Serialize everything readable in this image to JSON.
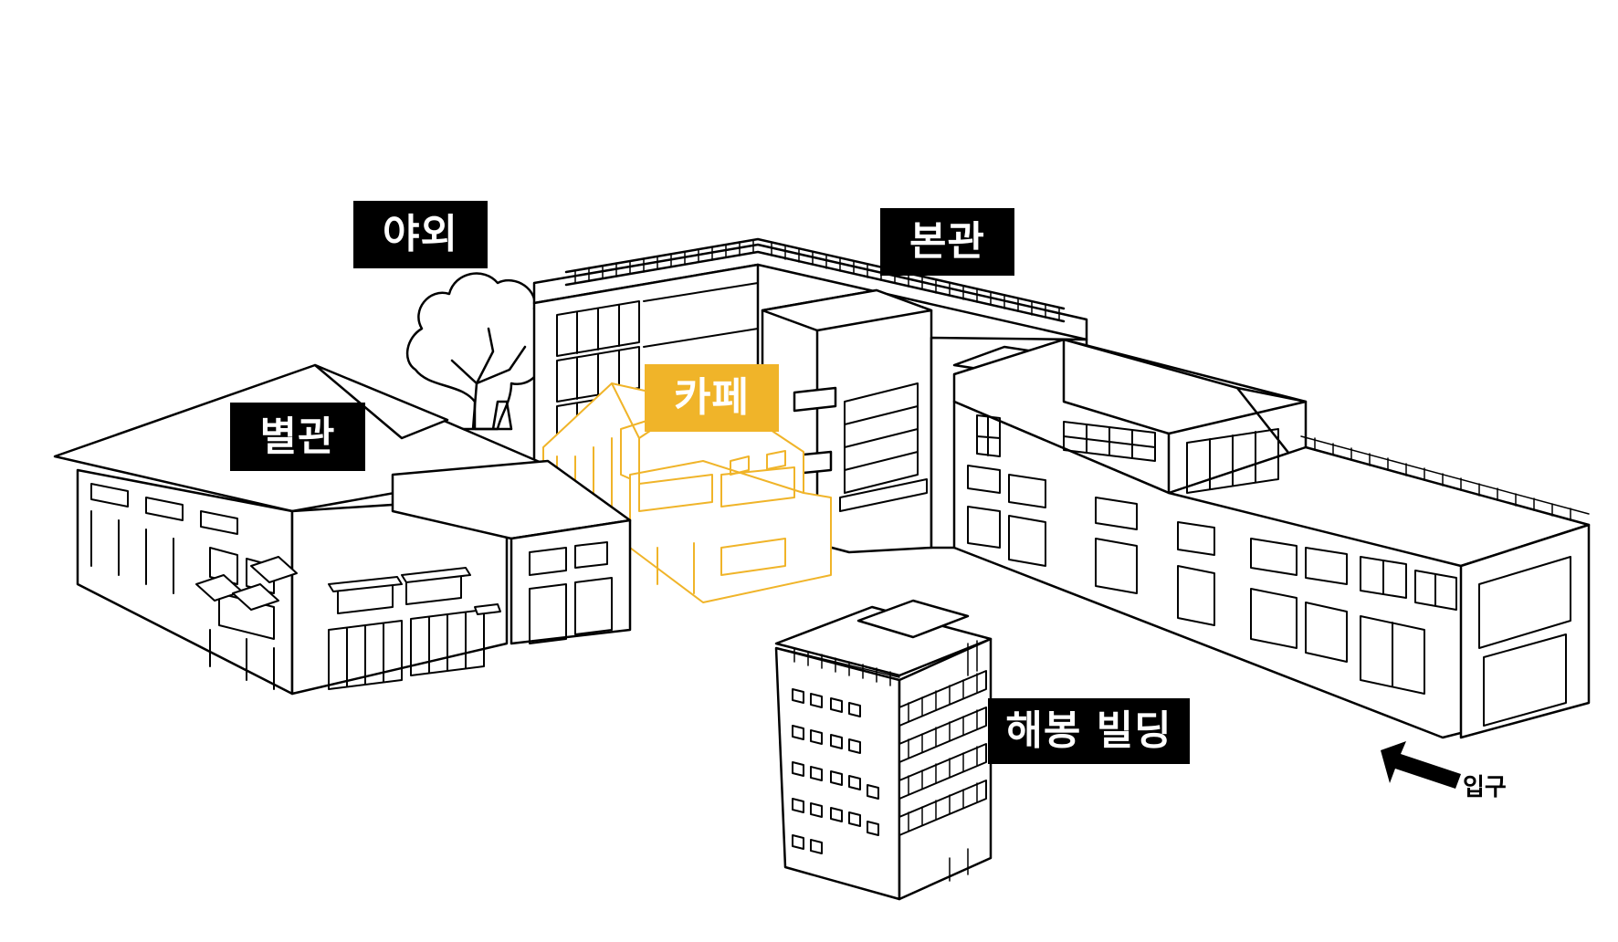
{
  "colors": {
    "line": "#000000",
    "background": "#ffffff",
    "highlight": "#f0b429",
    "label_bg": "#000000",
    "label_text": "#ffffff"
  },
  "labels": {
    "outdoor": "야외",
    "main_hall": "본관",
    "cafe": "카페",
    "annex": "별관",
    "haebong": "해봉 빌딩",
    "entrance": "입구"
  },
  "icons": {
    "entrance_arrow": "arrow-up-left-icon",
    "tree": "tree-icon"
  }
}
